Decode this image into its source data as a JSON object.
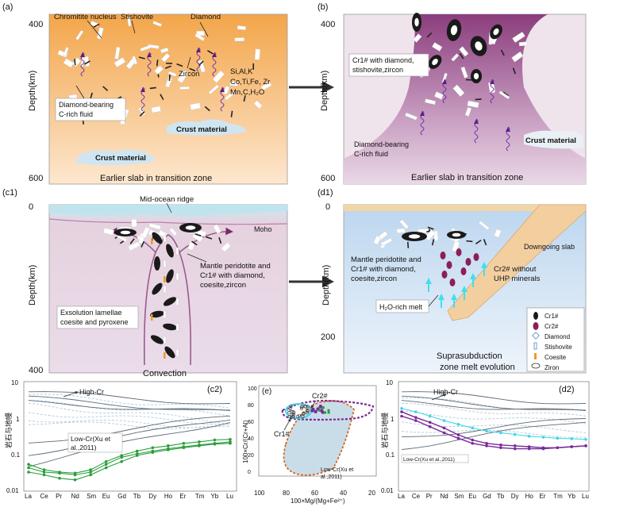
{
  "panel_a": {
    "letter": "(a)",
    "depth_top": "400",
    "depth_bottom": "600",
    "axis_label": "Depth(km)",
    "chromitite": "Chromitite nucleus",
    "stishovite": "Stishovite",
    "diamond": "Diamond",
    "zircon": "Zircon",
    "elements": [
      "Si,Al,K",
      "Co,Ti,Fe, Zr",
      "Mn,C,H₂O"
    ],
    "fluid": [
      "Diamond-bearing",
      "C-rich fluid"
    ],
    "crust1": "Crust material",
    "crust2": "Crust material",
    "caption": "Earlier slab in transition zone"
  },
  "panel_b": {
    "letter": "(b)",
    "depth_top": "400",
    "depth_bottom": "600",
    "axis_label": "Depth(km)",
    "cr1": [
      "Cr1# with diamond,",
      "stishovite,zircon"
    ],
    "fluid": [
      "Diamond-bearing",
      "C-rich fluid"
    ],
    "crust": "Crust material",
    "caption": "Earlier slab in transition zone"
  },
  "panel_c1": {
    "letter": "(c1)",
    "depth_top": "0",
    "depth_bottom": "400",
    "axis_label": "Depth(km)",
    "ridge": "Mid-ocean ridge",
    "moho": "Moho",
    "peridotite": [
      "Mantle peridotite and",
      "Cr1# with diamond,",
      "coesite,zircon"
    ],
    "exsolution": [
      "Exsolution lamellae",
      "coesite and pyroxene"
    ],
    "caption": "Convection"
  },
  "panel_d1": {
    "letter": "(d1)",
    "depth_top": "0",
    "depth_mid": "200",
    "axis_label": "Depth(km)",
    "downgoing": "Downgoing slab",
    "peridotite": [
      "Mantle peridotite and",
      "Cr1# with diamond,",
      "coesite,zircon"
    ],
    "cr2": [
      "Cr2# without",
      "UHP minerals"
    ],
    "melt": "H₂O-rich melt",
    "caption": [
      "Suprasubduction",
      "zone melt evolution"
    ],
    "legend": [
      "Cr1#",
      "Cr2#",
      "Diamond",
      "Stishovite",
      "Coesite",
      "Ziron"
    ]
  },
  "panel_c2": {
    "letter": "(c2)",
    "y_label": "岩石与地幔",
    "y_ticks": [
      "10",
      "1",
      "0.1",
      "0.01"
    ],
    "high_cr": "High-Cr",
    "low_cr": [
      "Low-Cr(Xu et",
      "al.,2011)"
    ]
  },
  "panel_e": {
    "letter": "(e)",
    "y_label": "100×Cr/(Cr+Al)",
    "x_label": "100×Mg/(Mg+Fe²⁺)",
    "x_ticks": [
      "100",
      "80",
      "60",
      "40",
      "20"
    ],
    "y_ticks": [
      "100",
      "80",
      "60",
      "40",
      "20",
      "0"
    ],
    "cr2": "Cr2#",
    "cr1": "Cr1#",
    "low_cr": [
      "Low-Cr(Xu et",
      "al.,2011)"
    ]
  },
  "panel_d2": {
    "letter": "(d2)",
    "y_label": "岩石与地幔",
    "y_ticks": [
      "10",
      "1",
      "0.1",
      "0.01"
    ],
    "high_cr": "High-Cr",
    "low_cr": "Low-Cr(Xu et al.,2011)"
  },
  "ree_axis": [
    "La",
    "Ce",
    "Pr",
    "Nd",
    "Sm",
    "Eu",
    "Gd",
    "Tb",
    "Dy",
    "Ho",
    "Er",
    "Tm",
    "Yb",
    "Lu"
  ],
  "colors": {
    "orange": "#f0a040",
    "purple": "#8a3a78",
    "pink_bg": "#ecd8e6",
    "blue_bg": "#cfe0f2",
    "slab": "#f3cfa0",
    "green": "#2a9d3a",
    "cyan": "#3fd6e6",
    "purple_line": "#7a2a9a",
    "grey_line": "#5c6b78",
    "light_line": "#a9c3d6"
  }
}
